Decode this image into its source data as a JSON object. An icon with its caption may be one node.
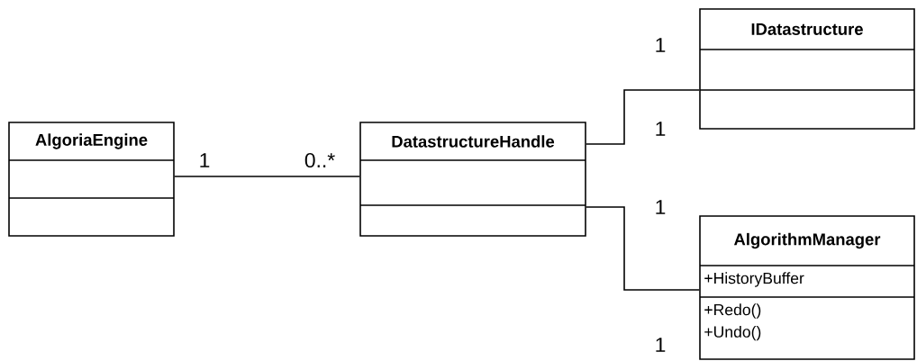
{
  "diagram": {
    "nodes": [
      {
        "text": [
          "AlgoriaEngine"
        ]
      },
      {
        "text": [
          "DatastructureHandle"
        ]
      },
      {
        "text": [
          "IDatastructure"
        ]
      },
      {
        "text": [
          "AlgorithmManager",
          "+HistoryBuffer",
          "+Redo() +Undo()"
        ]
      }
    ],
    "edges": [
      {
        "from": 0,
        "to": 1,
        "arrow": "none"
      },
      {
        "from": 1,
        "to": 2,
        "arrow": "none"
      },
      {
        "from": 1,
        "to": 3,
        "arrow": "none"
      }
    ],
    "labels": [
      "1",
      "0..*",
      "1",
      "1",
      "1",
      "1"
    ]
  }
}
